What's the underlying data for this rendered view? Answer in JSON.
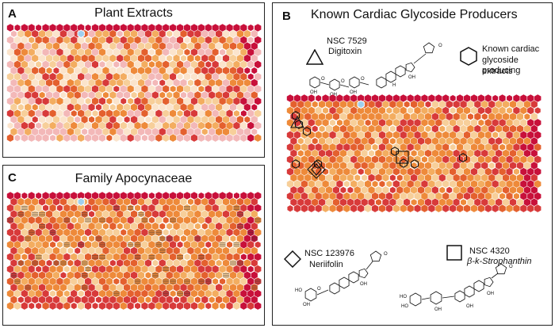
{
  "panels": {
    "A": {
      "label": "A",
      "title": "Plant Extracts"
    },
    "B": {
      "label": "B",
      "title": "Known Cardiac Glycoside Producers"
    },
    "C": {
      "label": "C",
      "title": "Family Apocynaceae"
    }
  },
  "legend": {
    "digitoxin": {
      "nsc": "NSC 7529",
      "name": "Digitoxin",
      "symbol": "triangle"
    },
    "known": {
      "line1": "Known cardiac",
      "line2": "glycoside producing",
      "line3": "extracts",
      "symbol": "hexagon"
    },
    "neriifolin": {
      "nsc": "NSC 123976",
      "name": "Neriifolin",
      "symbol": "diamond"
    },
    "strophanthin": {
      "nsc": "NSC 4320",
      "name": "β-k-Strophanthin",
      "symbol": "square"
    }
  },
  "structure_atoms": {
    "oxygen": "O",
    "hydroxyl": "OH",
    "hydroxyl_left": "HO",
    "hydrogen": "H"
  },
  "colors": {
    "deep_red": "#c8103a",
    "red": "#d83a3a",
    "orange_red": "#e4602e",
    "orange": "#ee8a3a",
    "light_orange": "#f3ad60",
    "pale": "#f7cf9a",
    "very_pale": "#fbe4cc",
    "pink": "#f3b8b8",
    "hex_outline": "#ffffff",
    "marker": "#111111"
  }
}
